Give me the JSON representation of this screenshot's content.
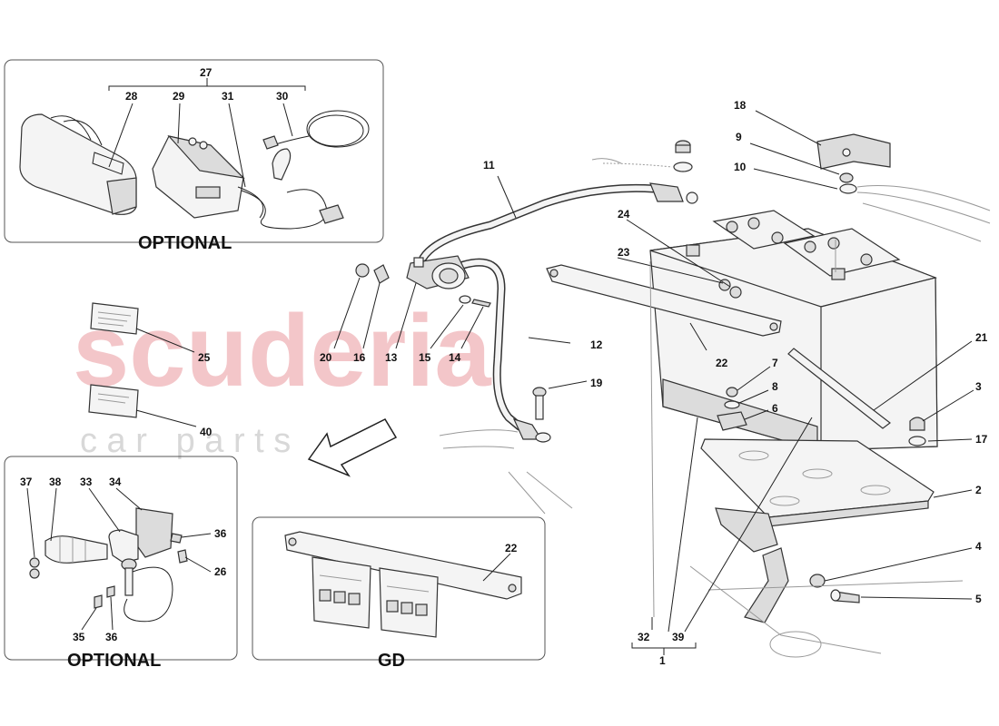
{
  "watermark": {
    "brand": "scuderia",
    "sub": "c a r   p a r t s",
    "color": "#f0b4b8",
    "sub_color": "#cfcfcf"
  },
  "panels": {
    "top_left_caption": "OPTIONAL",
    "bottom_left_caption": "OPTIONAL",
    "bottom_middle_caption": "GD"
  },
  "callouts": {
    "n1": "1",
    "n2": "2",
    "n3": "3",
    "n4": "4",
    "n5": "5",
    "n6": "6",
    "n7": "7",
    "n8": "8",
    "n9": "9",
    "n10": "10",
    "n11": "11",
    "n12": "12",
    "n13": "13",
    "n14": "14",
    "n15": "15",
    "n16": "16",
    "n17": "17",
    "n18": "18",
    "n19": "19",
    "n20": "20",
    "n21": "21",
    "n22": "22",
    "n22b": "22",
    "n23": "23",
    "n24": "24",
    "n25": "25",
    "n26": "26",
    "n27": "27",
    "n28": "28",
    "n29": "29",
    "n30": "30",
    "n31": "31",
    "n32": "32",
    "n33": "33",
    "n34": "34",
    "n35": "35",
    "n36": "36",
    "n36b": "36",
    "n37": "37",
    "n38": "38",
    "n39": "39",
    "n40": "40"
  }
}
